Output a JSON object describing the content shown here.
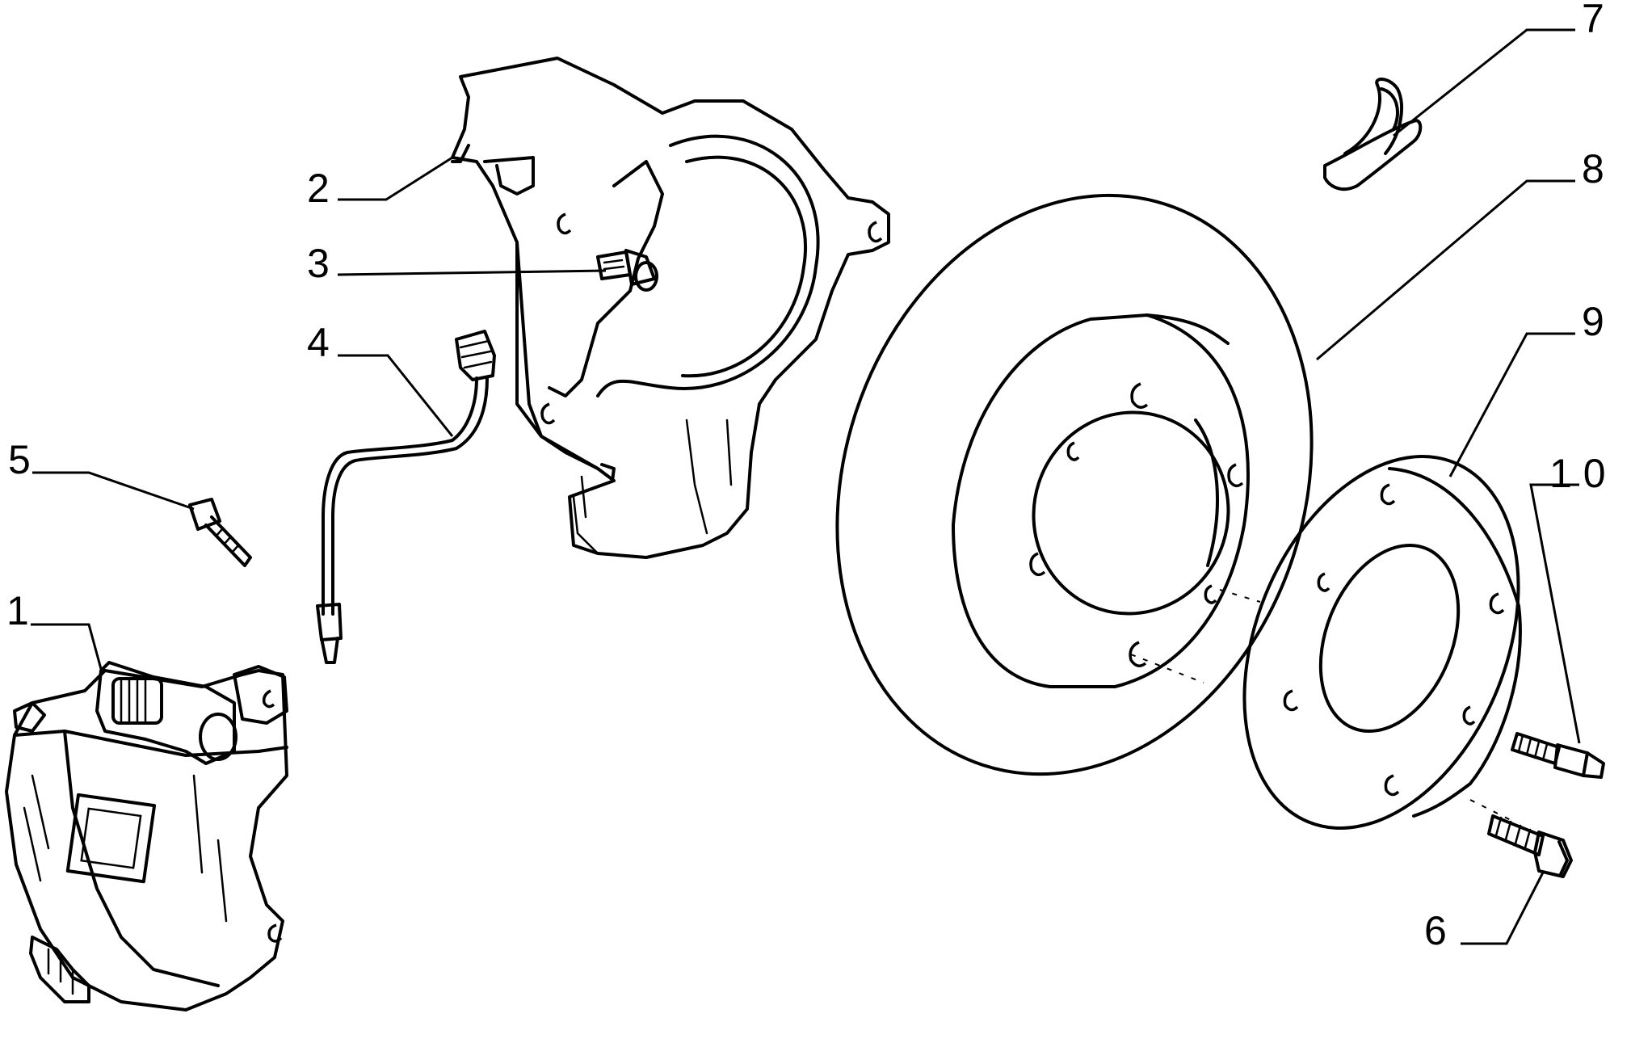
{
  "callouts": {
    "c1": "1",
    "c2": "2",
    "c3": "3",
    "c4": "4",
    "c5": "5",
    "c6": "6",
    "c7": "7",
    "c8": "8",
    "c9": "9",
    "c10": "1 0"
  }
}
